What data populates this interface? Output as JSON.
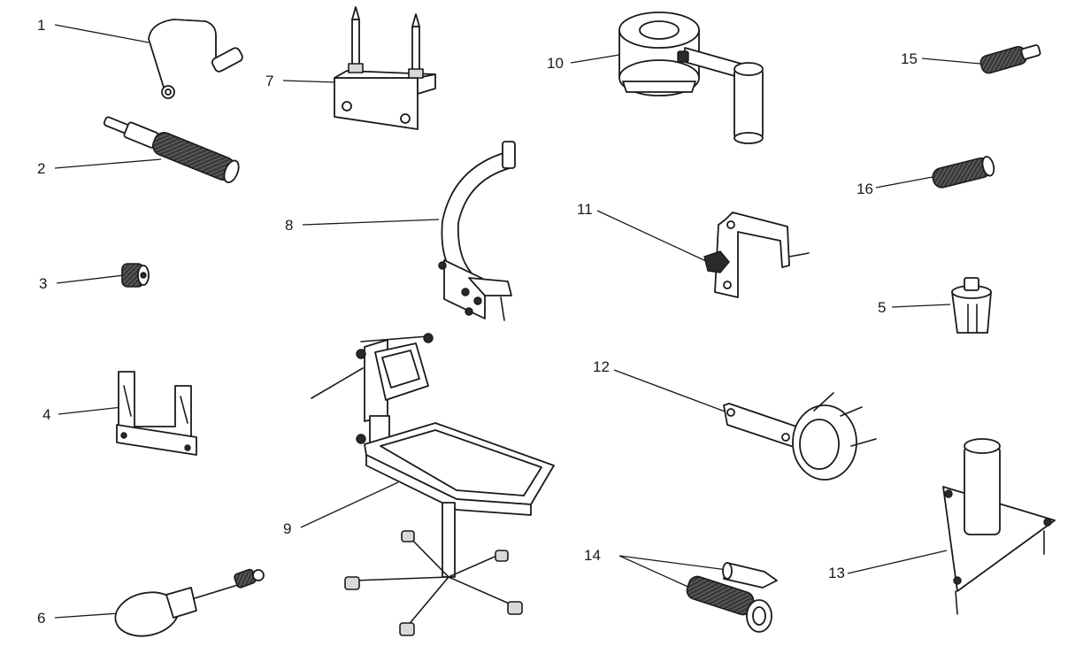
{
  "diagram": {
    "callouts": [
      {
        "id": "1",
        "text": "1"
      },
      {
        "id": "2",
        "text": "2"
      },
      {
        "id": "3",
        "text": "3"
      },
      {
        "id": "4",
        "text": "4"
      },
      {
        "id": "5",
        "text": "5"
      },
      {
        "id": "6",
        "text": "6"
      },
      {
        "id": "7",
        "text": "7"
      },
      {
        "id": "8",
        "text": "8"
      },
      {
        "id": "9",
        "text": "9"
      },
      {
        "id": "10",
        "text": "10"
      },
      {
        "id": "11",
        "text": "11"
      },
      {
        "id": "12",
        "text": "12"
      },
      {
        "id": "13",
        "text": "13"
      },
      {
        "id": "14",
        "text": "14"
      },
      {
        "id": "15",
        "text": "15"
      },
      {
        "id": "16",
        "text": "16"
      }
    ],
    "colors": {
      "ink": "#1a1a1a",
      "paper": "#ffffff",
      "shade": "#d9d9d9"
    }
  }
}
